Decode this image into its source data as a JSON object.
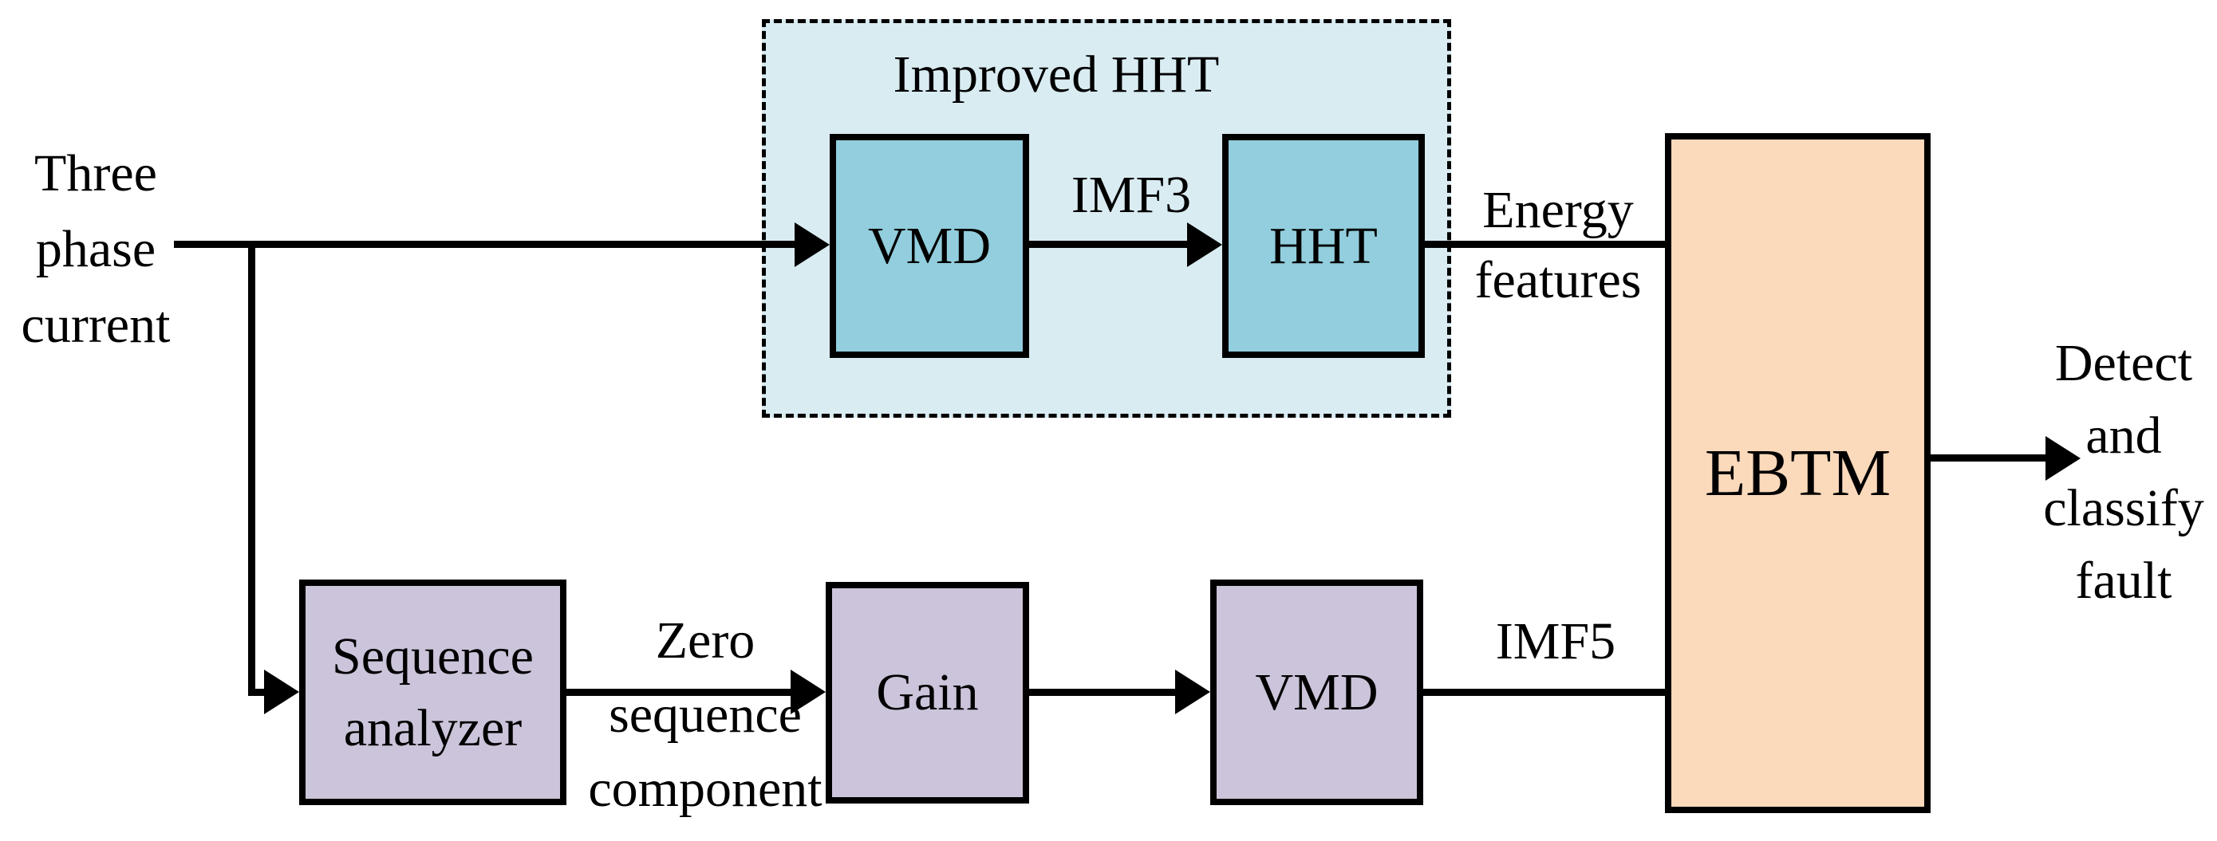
{
  "colors": {
    "group_fill": "#d9ecf2",
    "teal_box": "#92cedd",
    "lavender_box": "#ccc4db",
    "peach_box": "#fbd9bb",
    "line": "#000000"
  },
  "labels": {
    "input": {
      "line1": "Three",
      "line2": "phase",
      "line3": "current"
    },
    "group_title": "Improved HHT",
    "imf3": "IMF3",
    "energy": {
      "line1": "Energy",
      "line2": "features"
    },
    "zero_sequence": {
      "line1": "Zero",
      "line2": "sequence",
      "line3": "component"
    },
    "imf5": "IMF5",
    "output": {
      "line1": "Detect",
      "line2": "and",
      "line3": "classify",
      "line4": "fault"
    }
  },
  "boxes": {
    "vmd_top": {
      "label": "VMD"
    },
    "hht": {
      "label": "HHT"
    },
    "ebtm": {
      "label": "EBTM"
    },
    "sequence_analyzer": {
      "line1": "Sequence",
      "line2": "analyzer"
    },
    "gain": {
      "label": "Gain"
    },
    "vmd_bottom": {
      "label": "VMD"
    }
  }
}
